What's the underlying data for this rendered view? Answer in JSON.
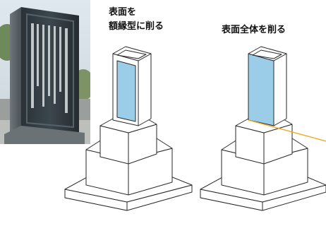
{
  "labels": {
    "left_line1": "表面を",
    "left_line2": "額縁型に削る",
    "right": "表面全体を削る"
  },
  "colors": {
    "face_blue": "#9ccde8",
    "cut_line": "#f5a623",
    "outline": "#2a2a2a",
    "stone_fill": "#ffffff",
    "stone_shade": "#e9e9e9"
  }
}
